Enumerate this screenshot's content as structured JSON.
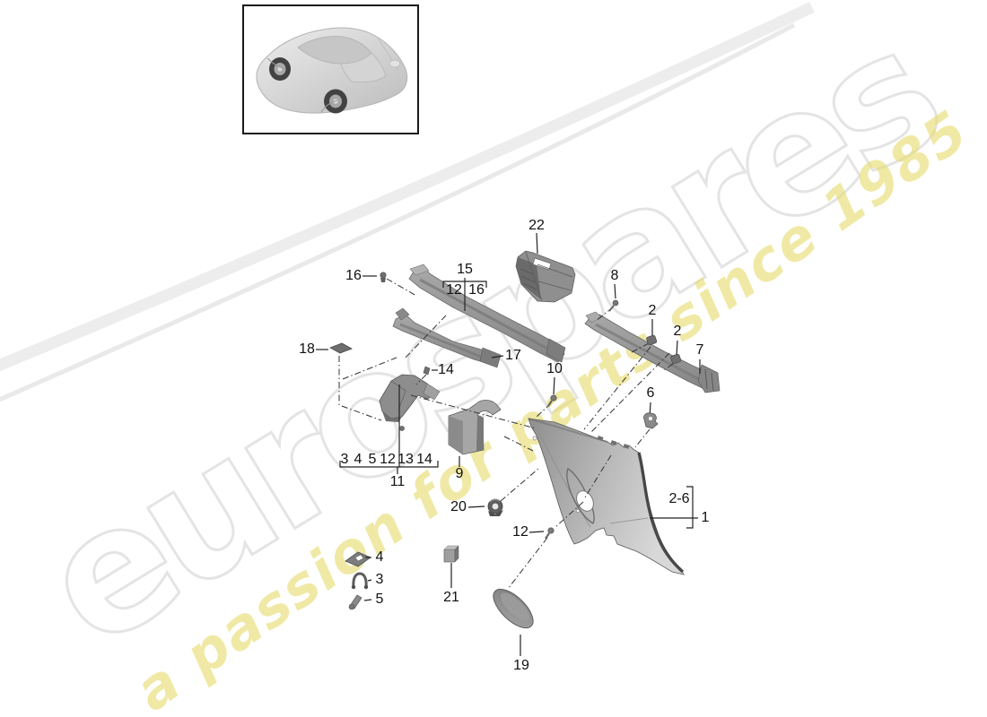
{
  "watermark": {
    "brand": "eurospares",
    "tagline": "a passion for parts since 1985",
    "tagline_color": "#e6dc6e",
    "brand_outline_color": "#e4e4e4"
  },
  "diagram": {
    "labels": {
      "l22": "22",
      "l16": "16",
      "l15": "15",
      "l15_12": "12",
      "l15_16": "16",
      "l8": "8",
      "l2a": "2",
      "l2b": "2",
      "l7": "7",
      "l18": "18",
      "l14": "14",
      "l17": "17",
      "l10": "10",
      "l6": "6",
      "l9": "9",
      "l11": "11",
      "g3": "3",
      "g4": "4",
      "g5": "5",
      "g12": "12",
      "g13": "13",
      "g14": "14",
      "l26": "2-6",
      "l1": "1",
      "l20": "20",
      "l12": "12",
      "b4": "4",
      "b3": "3",
      "b5": "5",
      "l21": "21",
      "l19": "19"
    }
  }
}
